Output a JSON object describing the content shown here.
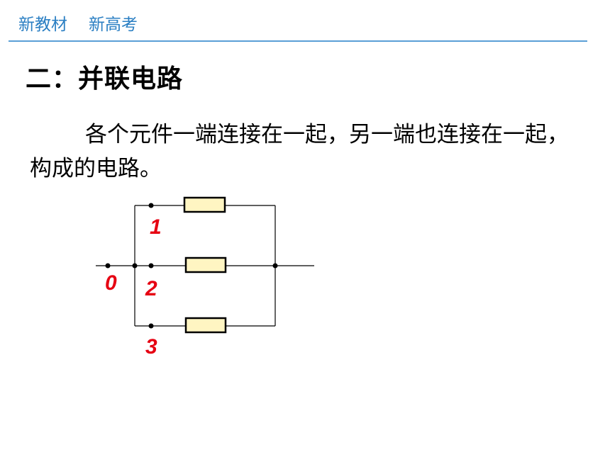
{
  "header": {
    "left_label": "新教材",
    "right_label": "新高考",
    "text_color": "#2b7fc3",
    "rule_color": "#5a9fd6"
  },
  "section": {
    "title": "二：并联电路"
  },
  "definition": {
    "text": "各个元件一端连接在一起，另一端也连接在一起，构成的电路。"
  },
  "circuit": {
    "resistor_fill": "#fff5c2",
    "label_color": "#e60012",
    "labels": [
      "0",
      "1",
      "2",
      "3"
    ]
  }
}
